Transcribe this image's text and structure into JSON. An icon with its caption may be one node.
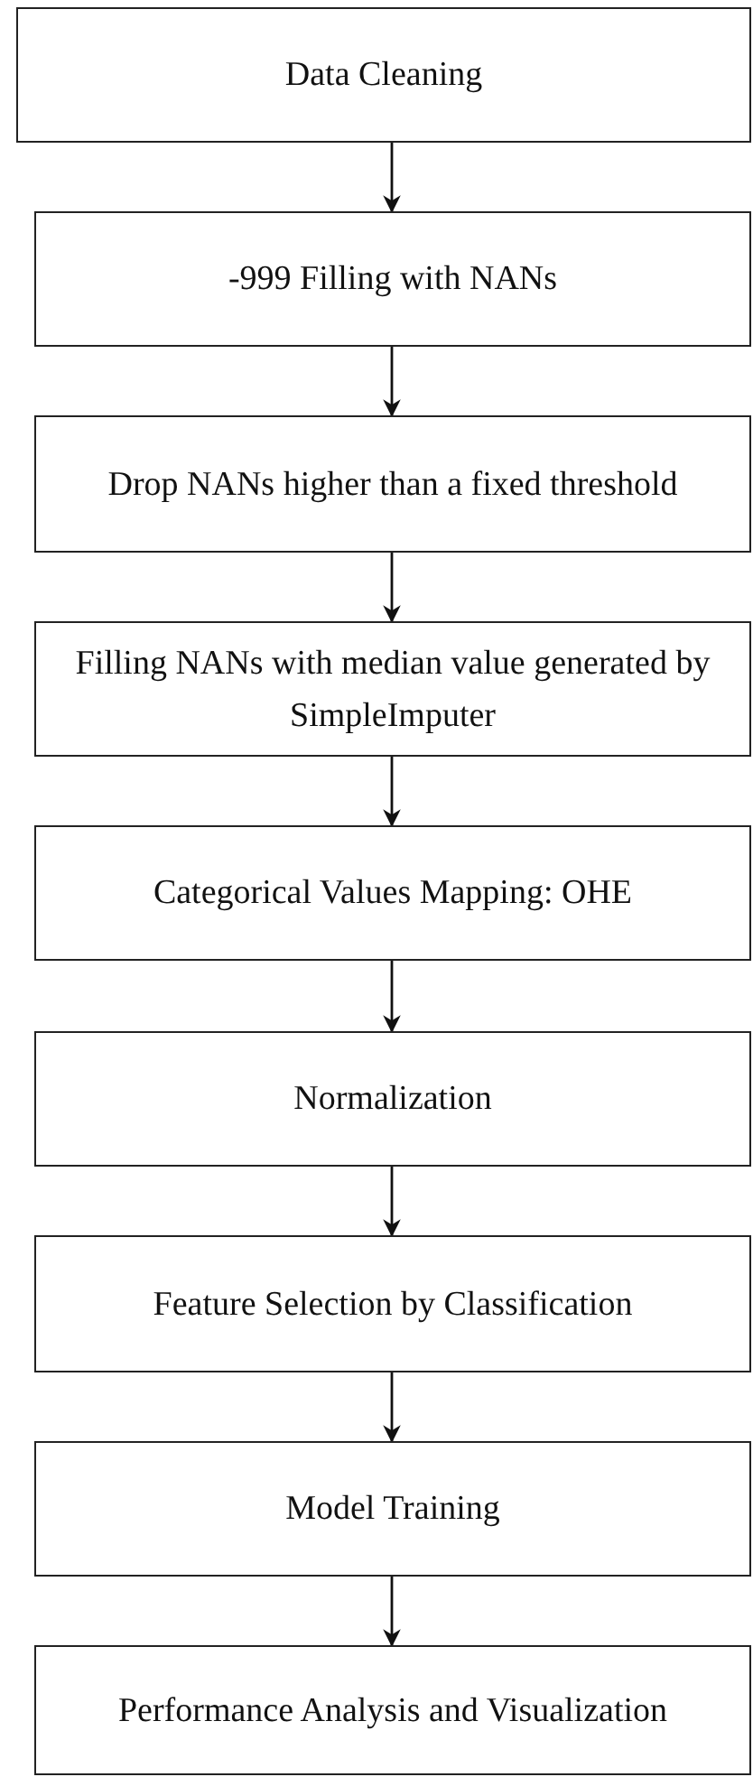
{
  "diagram": {
    "nodes": [
      {
        "text": [
          "Data Cleaning"
        ]
      },
      {
        "text": [
          "-999 Filling with NANs"
        ]
      },
      {
        "text": [
          "Drop NANs higher than a fixed threshold"
        ]
      },
      {
        "text": [
          "Filling NANs with median value generated by SimpleImputer"
        ]
      },
      {
        "text": [
          "Categorical Values Mapping: OHE"
        ]
      },
      {
        "text": [
          "Normalization"
        ]
      },
      {
        "text": [
          "Feature Selection by Classification"
        ]
      },
      {
        "text": [
          "Model Training"
        ]
      },
      {
        "text": [
          "Performance Analysis and Visualization"
        ]
      }
    ],
    "edges": [
      {
        "from": 0,
        "to": 1,
        "arrow": "to"
      },
      {
        "from": 1,
        "to": 2,
        "arrow": "to"
      },
      {
        "from": 2,
        "to": 3,
        "arrow": "to"
      },
      {
        "from": 3,
        "to": 4,
        "arrow": "to"
      },
      {
        "from": 4,
        "to": 5,
        "arrow": "to"
      },
      {
        "from": 5,
        "to": 6,
        "arrow": "to"
      },
      {
        "from": 6,
        "to": 7,
        "arrow": "to"
      },
      {
        "from": 7,
        "to": 8,
        "arrow": "to"
      }
    ]
  }
}
